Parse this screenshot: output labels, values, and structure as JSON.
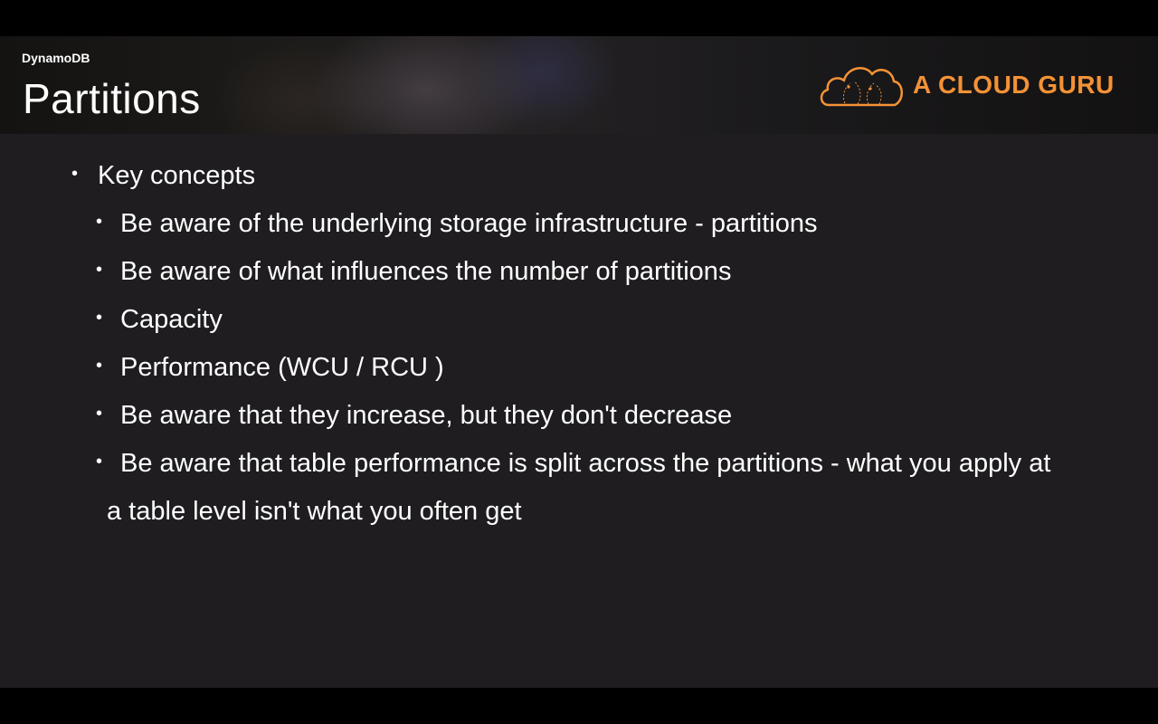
{
  "header": {
    "section_label": "DynamoDB",
    "title": "Partitions",
    "brand": {
      "name": "A CLOUD GURU",
      "icon": "cloud-logo-icon",
      "color": "#f49236"
    }
  },
  "content": {
    "top_bullet": "Key concepts",
    "sub_bullets": [
      "Be aware of the underlying storage infrastructure - partitions",
      "Be aware of what influences the number of partitions",
      "Capacity",
      "Performance (WCU / RCU )",
      "Be aware that they increase, but they don't decrease",
      "Be aware that table performance is split across the partitions - what you apply at"
    ],
    "continuation": "a table level isn't what you often get",
    "bullet_glyph": "•"
  },
  "colors": {
    "background": "#1f1d20",
    "text": "#ffffff",
    "accent": "#f49236"
  }
}
